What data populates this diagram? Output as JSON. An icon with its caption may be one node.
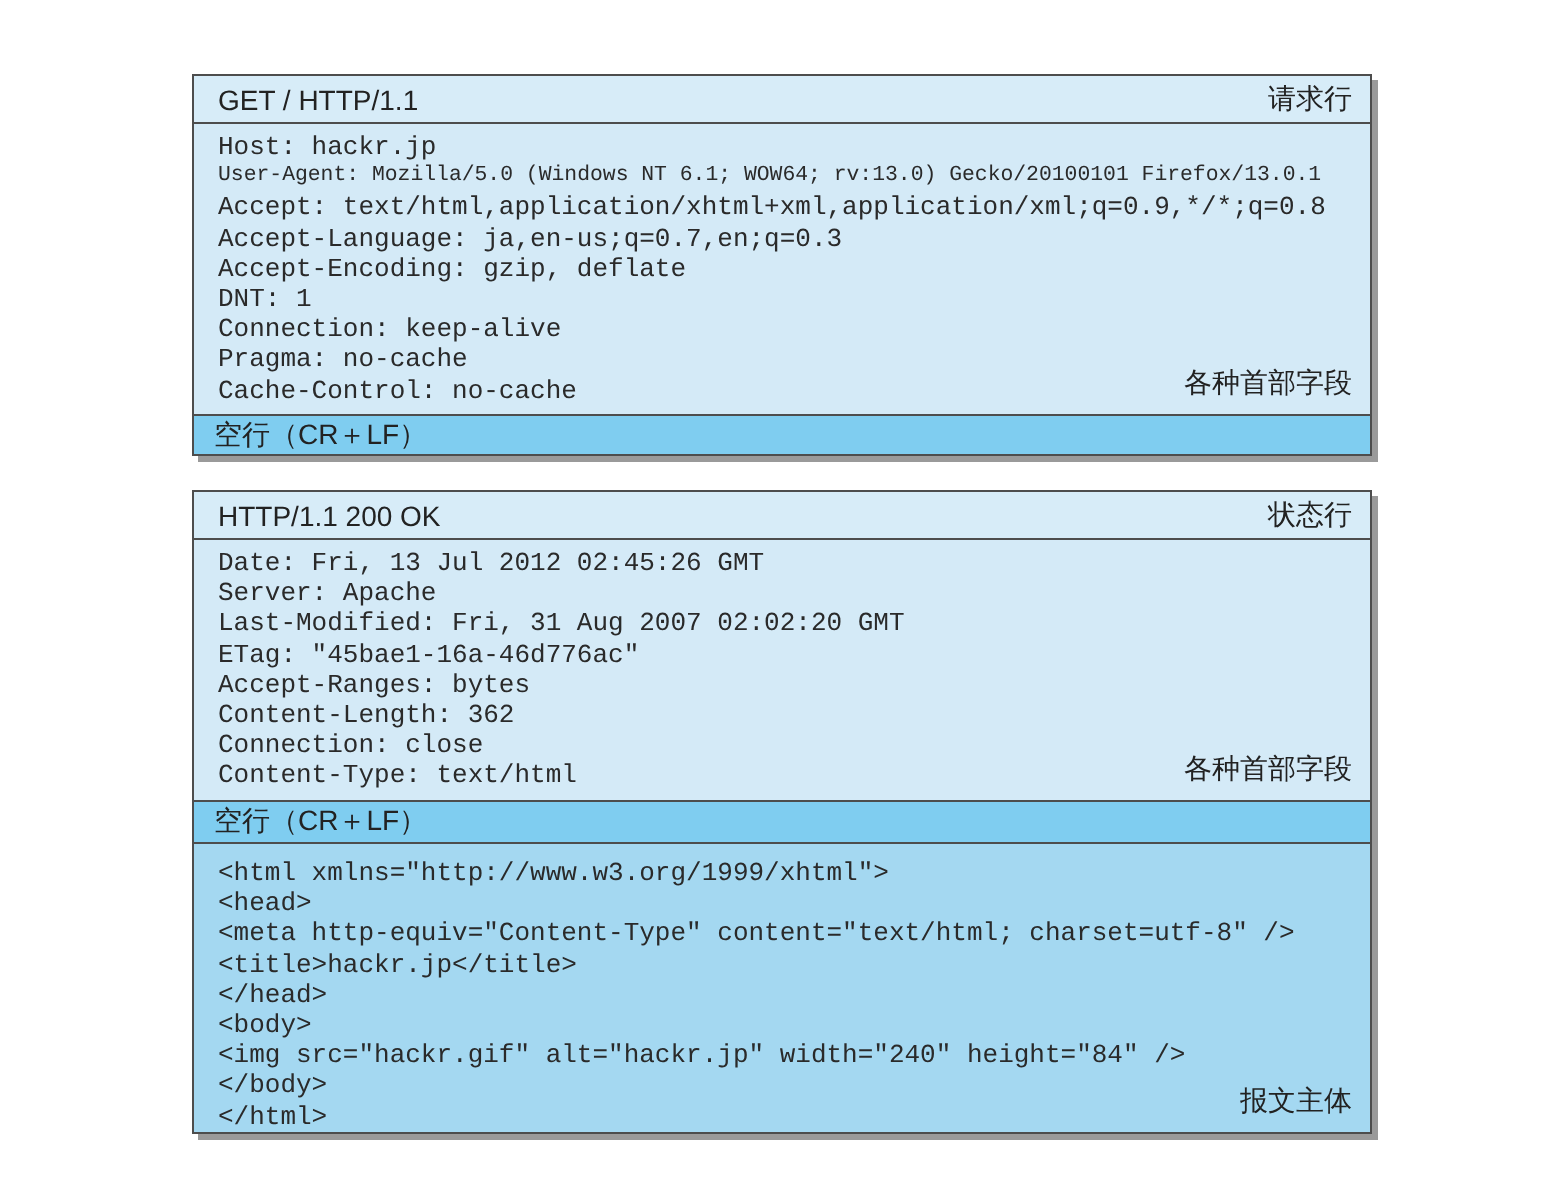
{
  "diagram": {
    "nodes": [
      {
        "text": [],
        "shape": "box"
      },
      {
        "text": [
          "GET / HTTP/1.1",
          "请求行"
        ],
        "in": 0
      },
      {
        "text": [
          "Host: hackr.jp",
          "User-Agent: Mozilla/5.0 (Windows NT 6.1; WOW64; rv:13.0) Gecko/20100101 Firefox/13.0.1",
          "Accept: text/html,application/xhtml+xml,application/xml;q=0.9,*/*;q=0.8",
          "Accept-Language: ja,en-us;q=0.7,en;q=0.3",
          "Accept-Encoding: gzip, deflate",
          "DNT: 1",
          "Connection: keep-alive",
          "Pragma: no-cache",
          "Cache-Control: no-cache",
          "各种首部字段"
        ],
        "in": 0
      },
      {
        "text": [
          "空行（CR＋LF）"
        ],
        "in": 0
      },
      {
        "text": [],
        "shape": "box"
      },
      {
        "text": [
          "HTTP/1.1 200 OK",
          "状态行"
        ],
        "in": 4
      },
      {
        "text": [
          "Date: Fri, 13 Jul 2012 02:45:26 GMT",
          "Server: Apache",
          "Last-Modified: Fri, 31 Aug 2007 02:02:20 GMT",
          "ETag: \"45bae1-16a-46d776ac\"",
          "Accept-Ranges: bytes",
          "Content-Length: 362",
          "Connection: close",
          "Content-Type: text/html",
          "各种首部字段"
        ],
        "in": 4
      },
      {
        "text": [
          "空行（CR＋LF）"
        ],
        "in": 4
      },
      {
        "text": [
          "<html xmlns=\"http://www.w3.org/1999/xhtml\">",
          "<head>",
          "<meta http-equiv=\"Content-Type\" content=\"text/html; charset=utf-8\" />",
          "<title>hackr.jp</title>",
          "</head>",
          "<body>",
          "<img src=\"hackr.gif\" alt=\"hackr.jp\" width=\"240\" height=\"84\" />",
          "</body>",
          "</html>",
          "报文主体"
        ],
        "in": 4
      }
    ]
  }
}
